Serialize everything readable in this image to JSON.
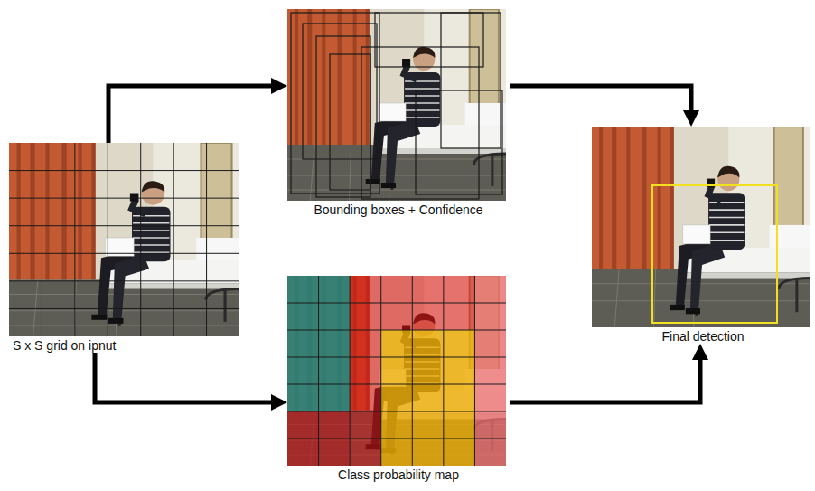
{
  "diagram": {
    "nodes": [
      {
        "text": [
          "S x S grid on ipnut"
        ]
      },
      {
        "text": [
          "Bounding boxes + Confidence"
        ]
      },
      {
        "text": [
          "Class probability map"
        ]
      },
      {
        "text": [
          "Final detection"
        ]
      }
    ],
    "edges": [
      {
        "from": 0,
        "to": 1,
        "arrow": "to"
      },
      {
        "from": 0,
        "to": 2,
        "arrow": "to"
      },
      {
        "from": 1,
        "to": 3,
        "arrow": "to"
      },
      {
        "from": 2,
        "to": 3,
        "arrow": "to"
      }
    ]
  }
}
